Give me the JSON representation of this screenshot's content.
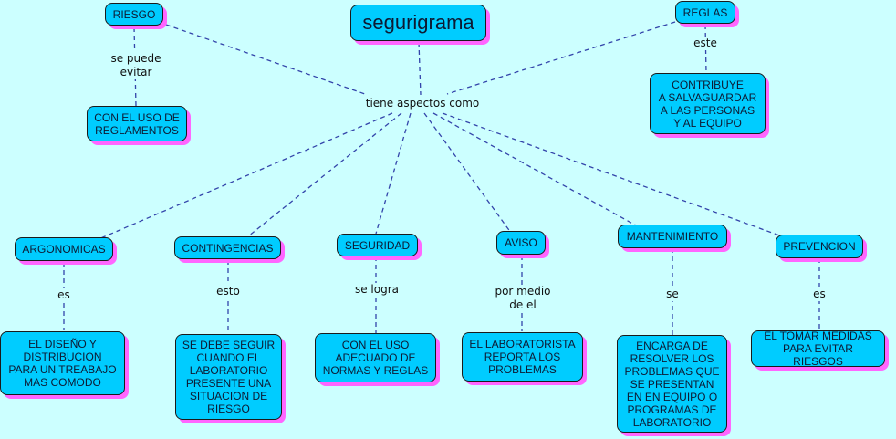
{
  "colors": {
    "background": "#ccffff",
    "node_fill": "#00ccff",
    "node_shadow": "#ff66ff",
    "link": "#3344aa"
  },
  "nodes": {
    "main": "segurigrama",
    "riesgo": "RIESGO",
    "riesgo_child": "CON EL USO DE\nREGLAMENTOS",
    "reglas": "REGLAS",
    "reglas_child": "CONTRIBUYE\nA SALVAGUARDAR\nA LAS PERSONAS\nY AL EQUIPO",
    "argonomicas": "ARGONOMICAS",
    "argonomicas_child": "EL DISEÑO Y\nDISTRIBUCION\nPARA UN TREABAJO\nMAS COMODO",
    "contingencias": "CONTINGENCIAS",
    "contingencias_child": "SE DEBE SEGUIR\nCUANDO EL\nLABORATORIO\nPRESENTE UNA\nSITUACION DE\nRIESGO",
    "seguridad": "SEGURIDAD",
    "seguridad_child": "CON EL USO\nADECUADO DE\nNORMAS Y REGLAS",
    "aviso": "AVISO",
    "aviso_child": "EL LABORATORISTA\nREPORTA LOS\nPROBLEMAS",
    "mantenimiento": "MANTENIMIENTO",
    "mantenimiento_child": "ENCARGA DE\nRESOLVER LOS\nPROBLEMAS QUE\nSE PRESENTAN\nEN EN EQUIPO O\nPROGRAMAS DE\nLABORATORIO",
    "prevencion": "PREVENCION",
    "prevencion_child": "EL TOMAR MEDIDAS\nPARA EVITAR RIESGOS"
  },
  "links": {
    "hub": "tiene aspectos como",
    "riesgo": "se puede\nevitar",
    "reglas": "este",
    "argonomicas": "es",
    "contingencias": "esto",
    "seguridad": "se logra",
    "aviso": "por medio\nde el",
    "mantenimiento": "se",
    "prevencion": "es"
  }
}
